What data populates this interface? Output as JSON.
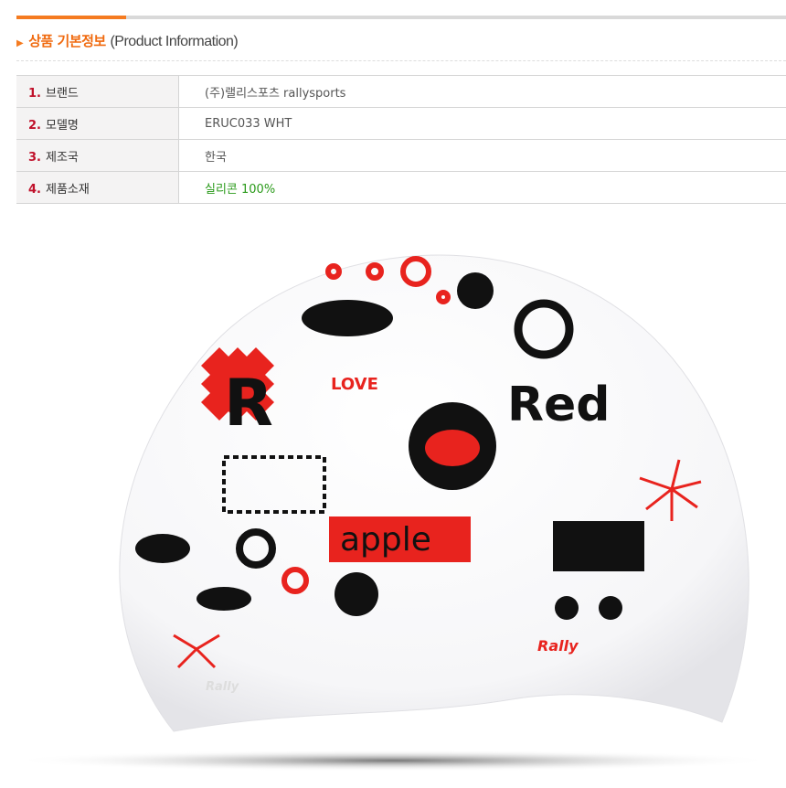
{
  "section": {
    "title_ko": "상품 기본정보",
    "title_en": "(Product Information)",
    "arrow_icon": "chevron-right-icon",
    "accent_color": "#f57b20"
  },
  "rows": [
    {
      "num": "1.",
      "label": "브랜드",
      "value": "(주)랠리스포츠 rallysports"
    },
    {
      "num": "2.",
      "label": "모델명",
      "value": "ERUC033 WHT"
    },
    {
      "num": "3.",
      "label": "제조국",
      "value": "한국"
    },
    {
      "num": "4.",
      "label": "제품소재",
      "value": "실리콘 100%"
    }
  ],
  "product_image": {
    "print_lettering": {
      "r": "R",
      "red": "Red",
      "love": "LOVE",
      "apple": "apple",
      "brand": "Rally",
      "brand2": "Rally"
    }
  }
}
